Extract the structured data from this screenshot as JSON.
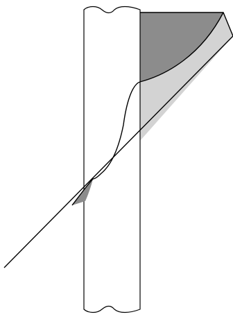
{
  "colors": {
    "background": "#ffffff",
    "stroke": "#000000",
    "post_fill": "#ffffff",
    "dark_shade": "#8c8c8c",
    "light_shade": "#d3d3d3"
  },
  "shapes": {
    "post": "cylinder-post",
    "upper_region": "dark-shaded-region",
    "lower_region": "light-shaded-region",
    "small_region": "small-dark-region",
    "line": "diagonal-line",
    "curve": "tangent-curve"
  }
}
